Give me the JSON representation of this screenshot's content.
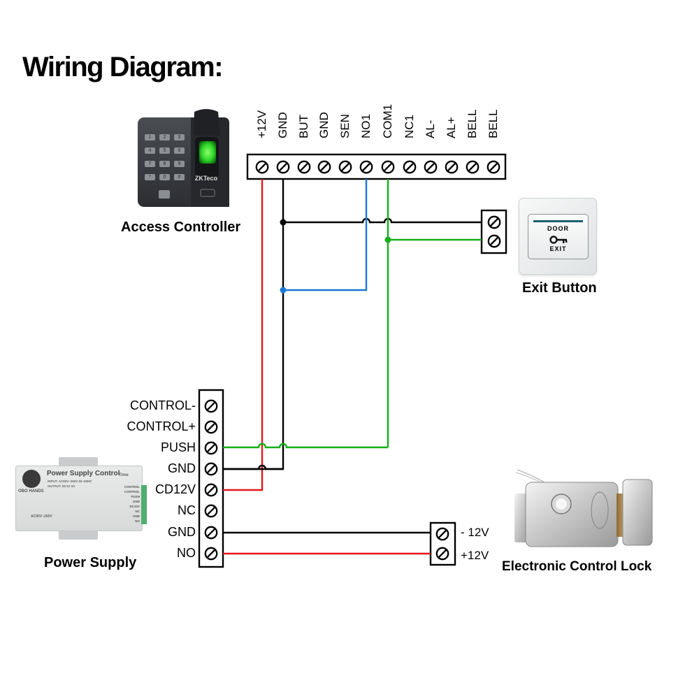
{
  "title": "Wiring Diagram:",
  "colors": {
    "plus12v_wire": "#e8141c",
    "gnd_wire": "#000000",
    "no1_wire": "#1a78d8",
    "com1_wire": "#14b018"
  },
  "access_controller": {
    "caption": "Access Controller",
    "brand": "ZKTeco",
    "keypad": [
      "1",
      "2",
      "3",
      "4",
      "5",
      "6",
      "7",
      "8",
      "9",
      "*",
      "0",
      "#"
    ],
    "terminals": [
      "+12V",
      "GND",
      "BUT",
      "GND",
      "SEN",
      "NO1",
      "COM1",
      "NC1",
      "AL-",
      "AL+",
      "BELL",
      "BELL"
    ]
  },
  "exit_button": {
    "caption": "Exit Button",
    "face_top": "DOOR",
    "face_bottom": "EXIT",
    "icon": "key-icon"
  },
  "power_supply": {
    "caption": "Power Supply",
    "device_title": "Power Supply Control",
    "device_input": "INPUT: AC90V~260V 50~60HZ",
    "device_output": "OUTPUT: DC12 3A",
    "device_brand": "OBO HANDS",
    "device_rating": "AC90V~260V",
    "device_timer": "Time",
    "terminals": [
      "CONTROL-",
      "CONTROL+",
      "PUSH",
      "GND",
      "CD12V",
      "NC",
      "GND",
      "NO"
    ]
  },
  "lock": {
    "caption": "Electronic Control Lock",
    "terminals": [
      "- 12V",
      "+12V"
    ]
  },
  "connections": [
    {
      "from": "Access Controller +12V",
      "to": "Power Supply CD12V",
      "color": "red"
    },
    {
      "from": "Access Controller GND",
      "to": "Power Supply GND",
      "color": "black"
    },
    {
      "from": "Access Controller GND",
      "to": "Exit Button terminal 1",
      "color": "black"
    },
    {
      "from": "Access Controller NO1",
      "to": "Access Controller GND line",
      "color": "blue"
    },
    {
      "from": "Access Controller COM1",
      "to": "Exit Button terminal 2",
      "color": "green"
    },
    {
      "from": "Access Controller COM1",
      "to": "Power Supply PUSH",
      "color": "green"
    },
    {
      "from": "Power Supply GND",
      "to": "Lock -12V",
      "color": "black"
    },
    {
      "from": "Power Supply NO",
      "to": "Lock +12V",
      "color": "red"
    }
  ]
}
